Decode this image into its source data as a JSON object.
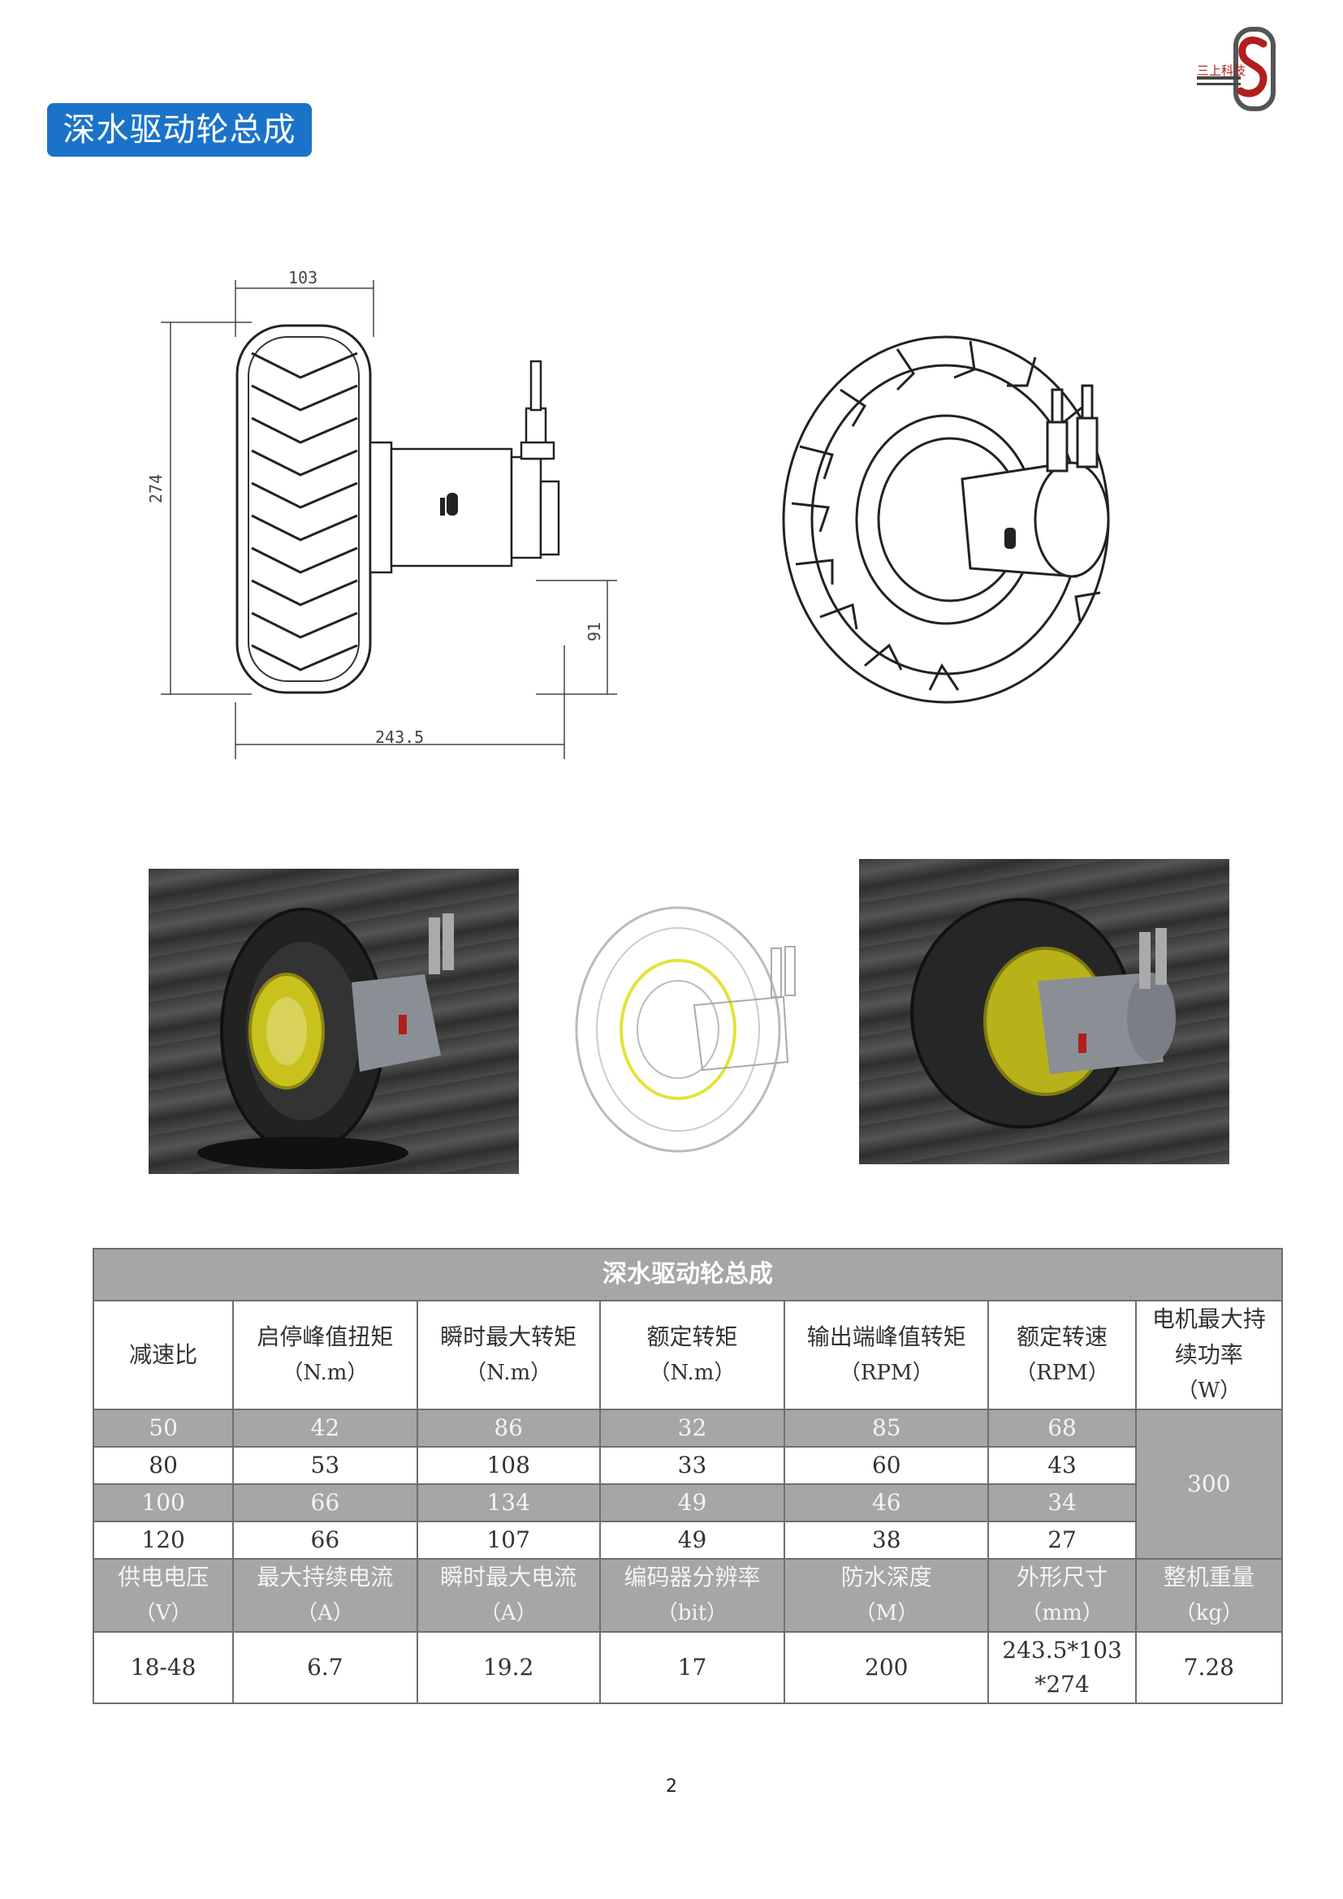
{
  "logo": {
    "text": "三上科技",
    "letter": "S",
    "color": "#b01e1e"
  },
  "header": {
    "title": "深水驱动轮总成",
    "color": "#1a73c9"
  },
  "drawing": {
    "dim_width_top": "103",
    "dim_height": "274",
    "dim_offset": "91",
    "dim_total_width": "243.5"
  },
  "table": {
    "title": "深水驱动轮总成",
    "headers": [
      {
        "label": "减速比",
        "unit": ""
      },
      {
        "label": "启停峰值扭矩",
        "unit": "（N.m）"
      },
      {
        "label": "瞬时最大转矩",
        "unit": "（N.m）"
      },
      {
        "label": "额定转矩",
        "unit": "（N.m）"
      },
      {
        "label": "输出端峰值转矩",
        "unit": "（RPM）"
      },
      {
        "label": "额定转速",
        "unit": "（RPM）"
      },
      {
        "label": "电机最大持续功率",
        "unit": "（W）"
      }
    ],
    "rows": [
      [
        "50",
        "42",
        "86",
        "32",
        "85",
        "68"
      ],
      [
        "80",
        "53",
        "108",
        "33",
        "60",
        "43"
      ],
      [
        "100",
        "66",
        "134",
        "49",
        "46",
        "34"
      ],
      [
        "120",
        "66",
        "107",
        "49",
        "38",
        "27"
      ]
    ],
    "power": "300",
    "headers2": [
      {
        "label": "供电电压",
        "unit": "（V）"
      },
      {
        "label": "最大持续电流",
        "unit": "（A）"
      },
      {
        "label": "瞬时最大电流",
        "unit": "（A）"
      },
      {
        "label": "编码器分辨率",
        "unit": "（bit）"
      },
      {
        "label": "防水深度",
        "unit": "（M）"
      },
      {
        "label": "外形尺寸",
        "unit": "（mm）"
      },
      {
        "label": "整机重量",
        "unit": "（kg）"
      }
    ],
    "values2": [
      "18-48",
      "6.7",
      "19.2",
      "17",
      "200",
      "243.5*103\n*274",
      "7.28"
    ]
  },
  "footer": {
    "page_number": "2"
  }
}
